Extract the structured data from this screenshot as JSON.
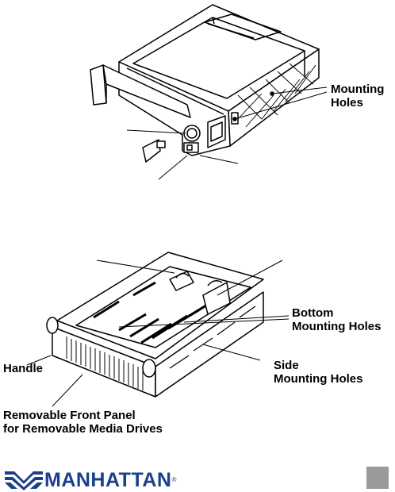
{
  "figure_top": {
    "labels": {
      "mounting_holes_line1": "Mounting",
      "mounting_holes_line2": "Holes"
    }
  },
  "figure_bottom": {
    "labels": {
      "bottom_mounting_line1": "Bottom",
      "bottom_mounting_line2": "Mounting Holes",
      "handle": "Handle",
      "side_mounting_line1": "Side",
      "side_mounting_line2": "Mounting Holes",
      "front_panel_line1": "Removable Front Panel",
      "front_panel_line2": "for Removable Media Drives"
    }
  },
  "footer": {
    "brand": "MANHATTAN",
    "trademark": "®",
    "brand_color": "#1b3f8a",
    "page_box_color": "#9a9a9a"
  }
}
